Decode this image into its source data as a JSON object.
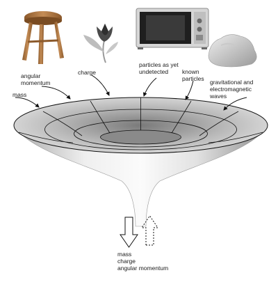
{
  "objects": [
    {
      "name": "stool-icon"
    },
    {
      "name": "tulip-icon"
    },
    {
      "name": "microwave-icon"
    },
    {
      "name": "rock-icon"
    }
  ],
  "inputs": {
    "mass": "mass",
    "angular_momentum": [
      "angular",
      "momentum"
    ],
    "charge": "charge",
    "particles_undetected": [
      "particles as yet",
      "undetected"
    ],
    "known_particles": [
      "known",
      "particles"
    ],
    "gravitational_waves": [
      "gravitational and",
      "electromagnetic",
      "waves"
    ]
  },
  "outputs": [
    "mass",
    "charge",
    "angular momentum"
  ],
  "colors": {
    "funnel_dark": "#8a8a8a",
    "funnel_light": "#f4f4f4",
    "grid": "#111111",
    "wood": "#b07a45"
  }
}
